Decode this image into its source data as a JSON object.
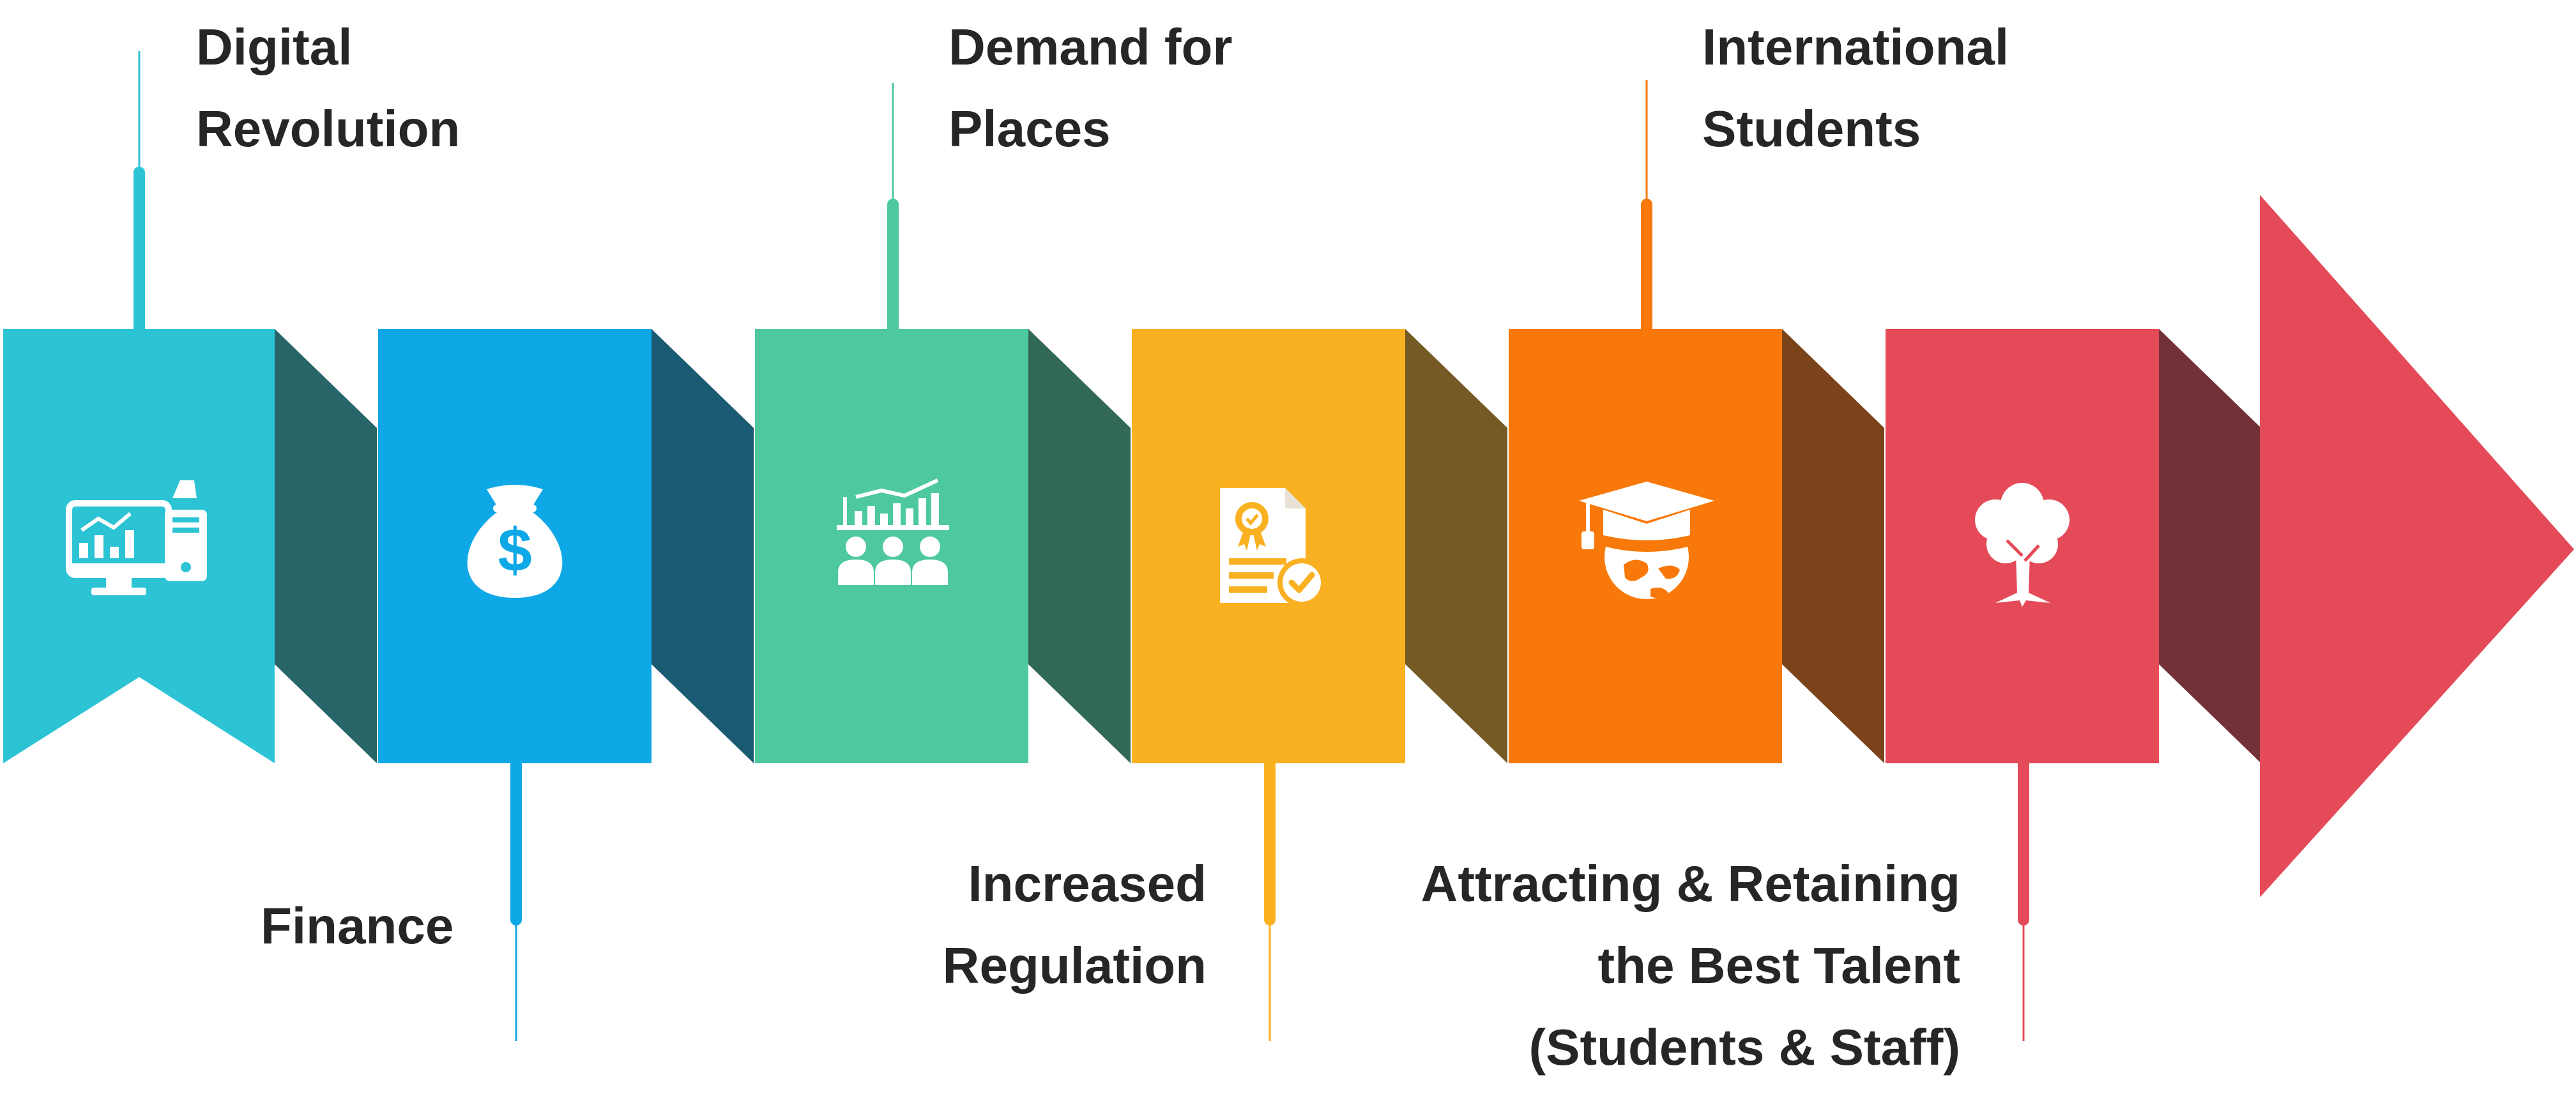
{
  "steps": [
    {
      "id": "digital-revolution",
      "label_lines": [
        "Digital",
        "Revolution"
      ],
      "color": "#2cc3d5",
      "fold_color": "#276569",
      "icon": "computer-analytics-icon",
      "label_position": "top"
    },
    {
      "id": "finance",
      "label_lines": [
        "Finance"
      ],
      "color": "#0fa8e6",
      "fold_color": "#1b5a73",
      "icon": "money-bag-icon",
      "label_position": "bottom"
    },
    {
      "id": "demand-for-places",
      "label_lines": [
        "Demand for",
        "Places"
      ],
      "color": "#4ec99e",
      "fold_color": "#326955",
      "icon": "audience-growth-chart-icon",
      "label_position": "top"
    },
    {
      "id": "increased-regulation",
      "label_lines": [
        "Increased",
        "Regulation"
      ],
      "color": "#f9b122",
      "fold_color": "#755a26",
      "icon": "certificate-document-icon",
      "label_position": "bottom"
    },
    {
      "id": "international-students",
      "label_lines": [
        "International",
        "Students"
      ],
      "color": "#f87909",
      "fold_color": "#7a431a",
      "icon": "graduation-cap-globe-icon",
      "label_position": "top"
    },
    {
      "id": "attracting-retaining-talent",
      "label_lines": [
        "Attracting & Retaining",
        "the Best Talent",
        "(Students & Staff)"
      ],
      "color": "#e44a57",
      "fold_color": "#723139",
      "icon": "tree-icon",
      "label_position": "bottom"
    }
  ],
  "arrow_color": "#e44a57"
}
